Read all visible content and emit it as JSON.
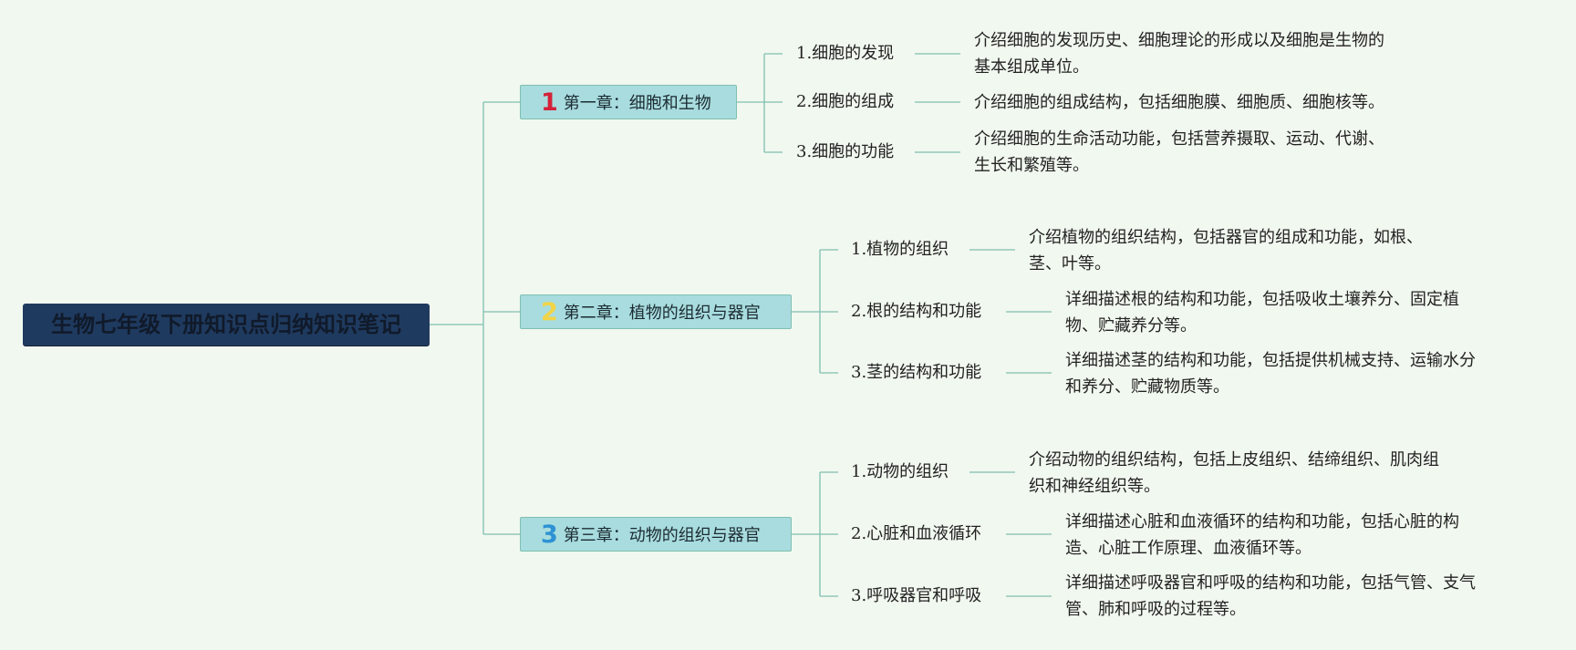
{
  "root": {
    "title": "生物七年级下册知识点归纳知识笔记"
  },
  "chapters": [
    {
      "number": "1",
      "number_color": "#d4223a",
      "title": "第一章：细胞和生物",
      "items": [
        {
          "label": "1.细胞的发现",
          "desc_line1": "介绍细胞的发现历史、细胞理论的形成以及细胞是生物的",
          "desc_line2": "基本组成单位。"
        },
        {
          "label": "2.细胞的组成",
          "desc_line1": "介绍细胞的组成结构，包括细胞膜、细胞质、细胞核等。",
          "desc_line2": ""
        },
        {
          "label": "3.细胞的功能",
          "desc_line1": "介绍细胞的生命活动功能，包括营养摄取、运动、代谢、",
          "desc_line2": "生长和繁殖等。"
        }
      ]
    },
    {
      "number": "2",
      "number_color": "#f2d447",
      "title": "第二章：植物的组织与器官",
      "items": [
        {
          "label": "1.植物的组织",
          "desc_line1": "介绍植物的组织结构，包括器官的组成和功能，如根、",
          "desc_line2": "茎、叶等。"
        },
        {
          "label": "2.根的结构和功能",
          "desc_line1": "详细描述根的结构和功能，包括吸收土壤养分、固定植",
          "desc_line2": "物、贮藏养分等。"
        },
        {
          "label": "3.茎的结构和功能",
          "desc_line1": "详细描述茎的结构和功能，包括提供机械支持、运输水分",
          "desc_line2": "和养分、贮藏物质等。"
        }
      ]
    },
    {
      "number": "3",
      "number_color": "#2e92d4",
      "title": "第三章：动物的组织与器官",
      "items": [
        {
          "label": "1.动物的组织",
          "desc_line1": "介绍动物的组织结构，包括上皮组织、结缔组织、肌肉组",
          "desc_line2": "织和神经组织等。"
        },
        {
          "label": "2.心脏和血液循环",
          "desc_line1": "详细描述心脏和血液循环的结构和功能，包括心脏的构",
          "desc_line2": "造、心脏工作原理、血液循环等。"
        },
        {
          "label": "3.呼吸器官和呼吸",
          "desc_line1": "详细描述呼吸器官和呼吸的结构和功能，包括气管、支气",
          "desc_line2": "管、肺和呼吸的过程等。"
        }
      ]
    }
  ]
}
